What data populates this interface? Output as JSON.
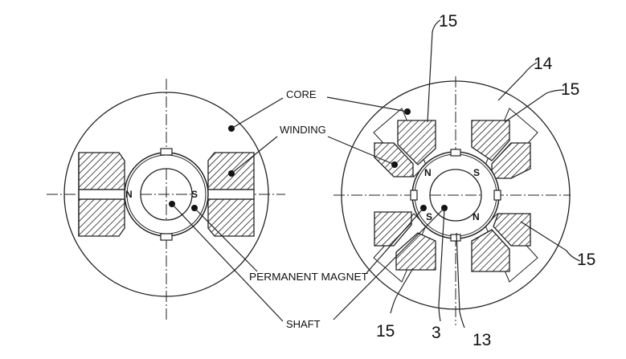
{
  "labels": {
    "core": "CORE",
    "winding": "WINDING",
    "permanent_magnet": "PERMANENT MAGNET",
    "shaft": "SHAFT"
  },
  "poles": {
    "left_n": "N",
    "left_s": "S",
    "right_top_n": "N",
    "right_top_s": "S",
    "right_bottom_s": "S",
    "right_bottom_n": "N"
  },
  "reference_numerals": {
    "ref_15_top": "15",
    "ref_14": "14",
    "ref_15_upper_right": "15",
    "ref_15_lower_right": "15",
    "ref_15_bottom": "15",
    "ref_3": "3",
    "ref_13": "13"
  }
}
